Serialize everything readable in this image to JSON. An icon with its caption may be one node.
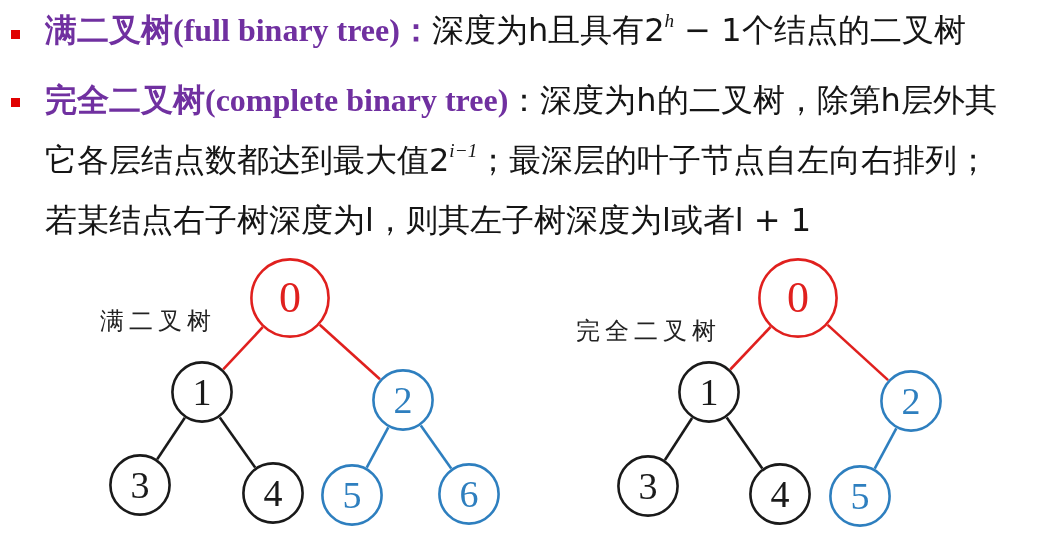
{
  "diagram": {
    "nodes": [
      {
        "text": [
          "0"
        ]
      },
      {
        "text": [
          "1"
        ]
      },
      {
        "text": [
          "2"
        ]
      },
      {
        "text": [
          "3"
        ]
      },
      {
        "text": [
          "4"
        ]
      },
      {
        "text": [
          "5"
        ]
      },
      {
        "text": [
          "6"
        ]
      },
      {
        "text": [
          "0"
        ]
      },
      {
        "text": [
          "1"
        ]
      },
      {
        "text": [
          "2"
        ]
      },
      {
        "text": [
          "3"
        ]
      },
      {
        "text": [
          "4"
        ]
      },
      {
        "text": [
          "5"
        ]
      }
    ],
    "edges": [
      {
        "from": 0,
        "to": 1,
        "arrow": "none",
        "color": "#e0201e"
      },
      {
        "from": 0,
        "to": 2,
        "arrow": "none",
        "color": "#e0201e"
      },
      {
        "from": 1,
        "to": 3,
        "arrow": "none",
        "color": "#1a1a1a"
      },
      {
        "from": 1,
        "to": 4,
        "arrow": "none",
        "color": "#1a1a1a"
      },
      {
        "from": 2,
        "to": 5,
        "arrow": "none",
        "color": "#2e7fbf"
      },
      {
        "from": 2,
        "to": 6,
        "arrow": "none",
        "color": "#2e7fbf"
      },
      {
        "from": 7,
        "to": 8,
        "arrow": "none",
        "color": "#e0201e"
      },
      {
        "from": 7,
        "to": 9,
        "arrow": "none",
        "color": "#e0201e"
      },
      {
        "from": 8,
        "to": 10,
        "arrow": "none",
        "color": "#1a1a1a"
      },
      {
        "from": 8,
        "to": 11,
        "arrow": "none",
        "color": "#1a1a1a"
      },
      {
        "from": 9,
        "to": 12,
        "arrow": "none",
        "color": "#2e7fbf"
      }
    ],
    "labels": [
      "**满二叉树(full binary tree)：**深度为h且具有2$^{h}$ − 1个结点的二叉树",
      "**完全二叉树(complete binary tree)**：深度为h的二叉树，除第h层外其它各层结点数都达到最大值2$^{i−1}$；最深层的叶子节点自左向右排列；若某结点右子树深度为l，则其左子树深度为l或者l + 1",
      "满二叉树",
      "完全二叉树"
    ]
  }
}
